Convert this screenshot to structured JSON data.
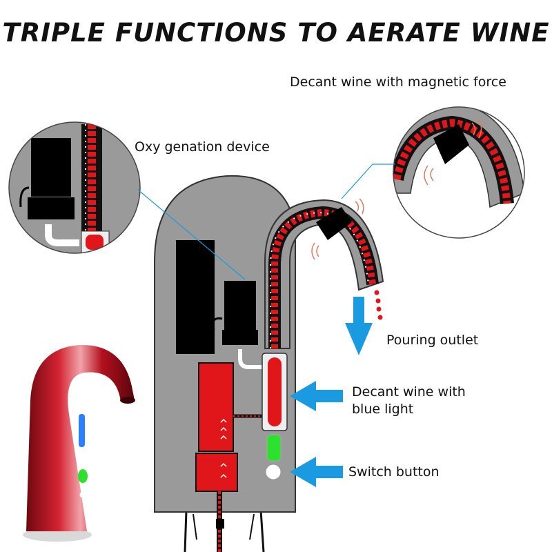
{
  "title": "TRIPLE FUNCTIONS TO AERATE WINE",
  "callouts": {
    "magnetic": "Decant wine with magnetic force",
    "oxy": "Oxy genation device",
    "outlet": "Pouring outlet",
    "blue_light_1": "Decant wine with",
    "blue_light_2": "blue light",
    "switch": "Switch button"
  },
  "colors": {
    "body": "#9a9a9a",
    "tube_red": "#e0161b",
    "arrow_blue": "#1a9ae0",
    "product_red": "#b3101e",
    "led_green": "#2ee02e",
    "led_blue": "#2a7fff",
    "leader_line": "#1a9ae0"
  },
  "icons": [
    "down-arrow-icon",
    "left-arrow-icon",
    "magnet-wave-icon"
  ]
}
